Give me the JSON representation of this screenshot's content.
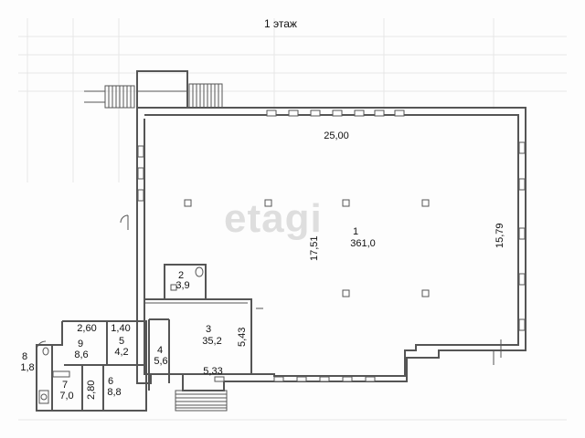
{
  "floor_title": "1 этаж",
  "watermark": "etagi",
  "dimensions": {
    "top_width": "25,00",
    "right_height": "15,79",
    "center_height": "17,51",
    "room3_height": "5,43",
    "room3_width": "5,33",
    "room9_width": "2,60",
    "room5_width": "1,40",
    "room6_height": "2,80"
  },
  "rooms": [
    {
      "number": "1",
      "area": "361,0"
    },
    {
      "number": "2",
      "area": "3,9"
    },
    {
      "number": "3",
      "area": "35,2"
    },
    {
      "number": "4",
      "area": "5,6"
    },
    {
      "number": "5",
      "area": "4,2"
    },
    {
      "number": "6",
      "area": "8,8"
    },
    {
      "number": "7",
      "area": "7,0"
    },
    {
      "number": "8",
      "area": "1,8"
    },
    {
      "number": "9",
      "area": "8,6"
    }
  ],
  "colors": {
    "wall": "#555555",
    "faint_grid": "#e4e4e4",
    "watermark": "#dcdcdc"
  }
}
